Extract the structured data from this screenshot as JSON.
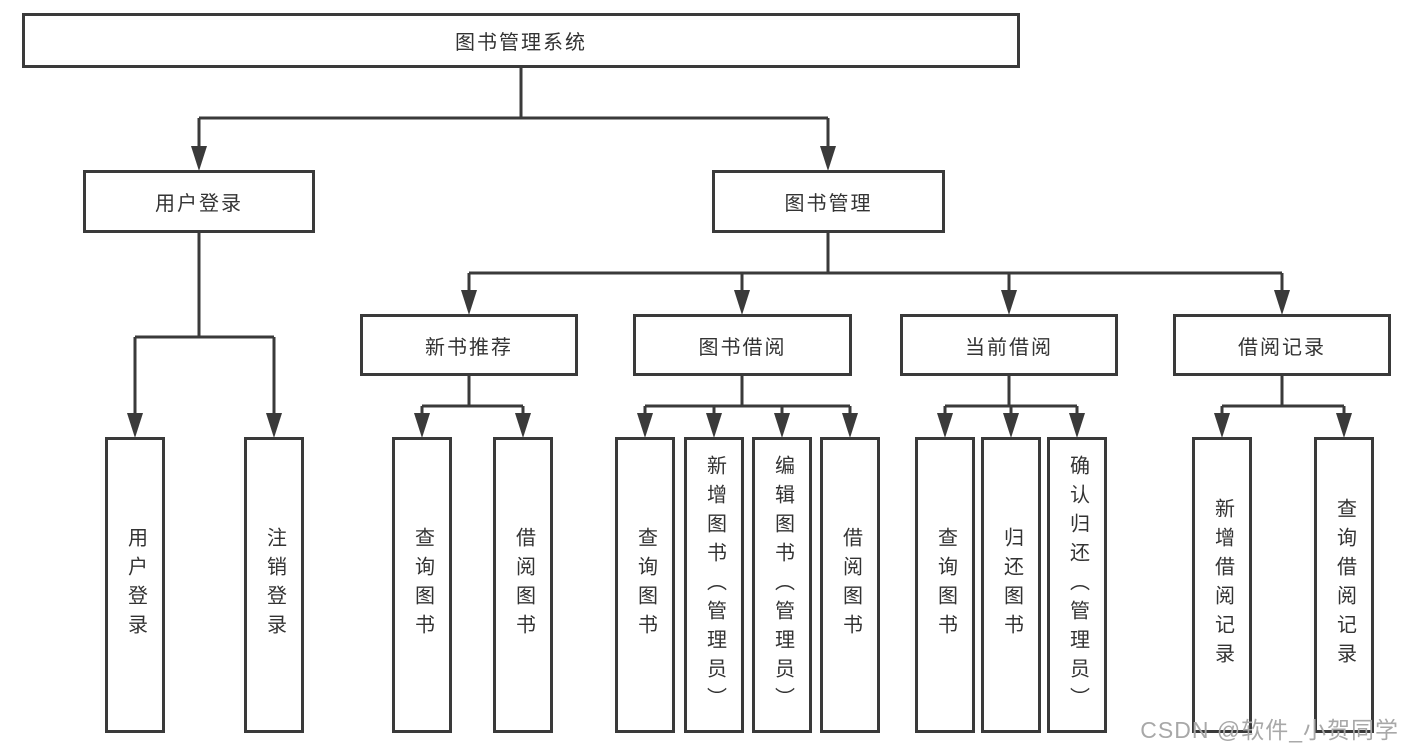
{
  "colors": {
    "line": "#3a3a3a",
    "text": "#333333",
    "box_background": "#ffffff",
    "watermark": "#a8a8a8"
  },
  "diagram": {
    "root": {
      "label": "图书管理系统"
    },
    "level2": [
      {
        "label": "用户登录"
      },
      {
        "label": "图书管理"
      }
    ],
    "level3": [
      {
        "label": "新书推荐"
      },
      {
        "label": "图书借阅"
      },
      {
        "label": "当前借阅"
      },
      {
        "label": "借阅记录"
      }
    ],
    "user_login_children": [
      {
        "label": "用户登录"
      },
      {
        "label": "注销登录"
      }
    ],
    "recommend_children": [
      {
        "label": "查询图书"
      },
      {
        "label": "借阅图书"
      }
    ],
    "borrow_children": [
      {
        "label": "查询图书"
      },
      {
        "label": "新增图书（管理员）"
      },
      {
        "label": "编辑图书（管理员）"
      },
      {
        "label": "借阅图书"
      }
    ],
    "current_children": [
      {
        "label": "查询图书"
      },
      {
        "label": "归还图书"
      },
      {
        "label": "确认归还（管理员）"
      }
    ],
    "records_children": [
      {
        "label": "新增借阅记录"
      },
      {
        "label": "查询借阅记录"
      }
    ]
  },
  "watermark": {
    "text": "CSDN @软件_小贺同学"
  }
}
